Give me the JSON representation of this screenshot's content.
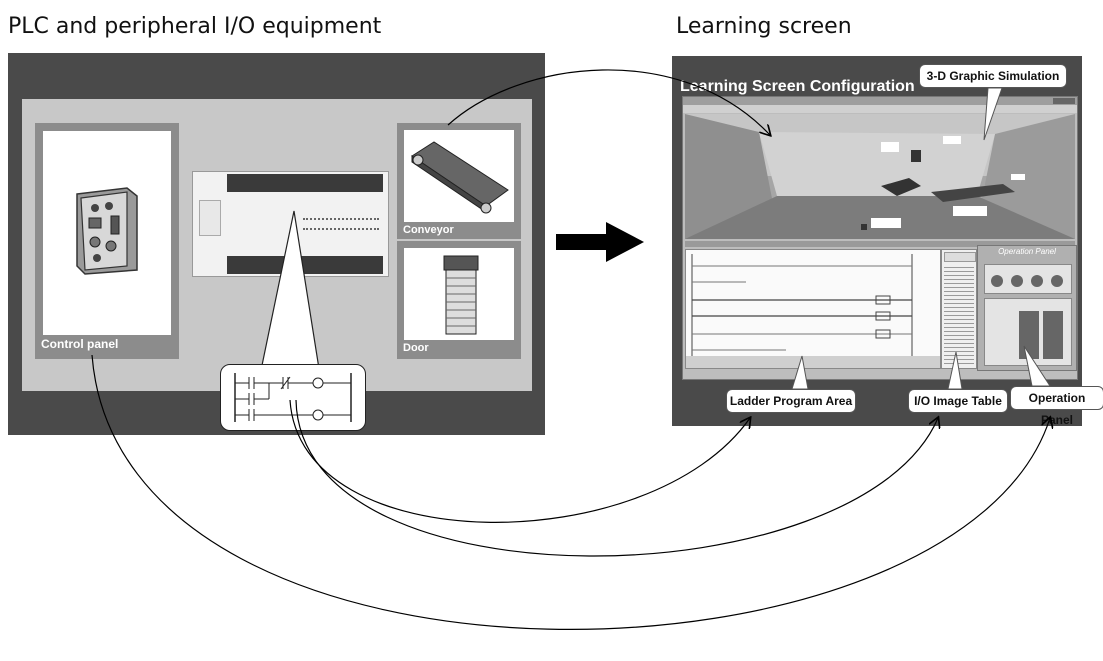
{
  "left": {
    "heading": "PLC and peripheral I/O equipment",
    "labels": {
      "control_panel": "Control panel",
      "conveyor": "Conveyor",
      "door": "Door"
    }
  },
  "right": {
    "heading": "Learning screen",
    "screen_title": "Learning Screen Configuration",
    "callouts": {
      "graphic_sim": "3-D Graphic Simulation",
      "ladder_area": "Ladder Program Area",
      "io_table": "I/O Image Table",
      "operation_panel": "Operation Panel"
    },
    "op_panel_header": "Operation Panel"
  },
  "colors": {
    "outer_frame": "#4a4a4a",
    "inner_panel": "#c8c8c8",
    "slot": "#8c8c8c",
    "arrow": "#000000"
  }
}
